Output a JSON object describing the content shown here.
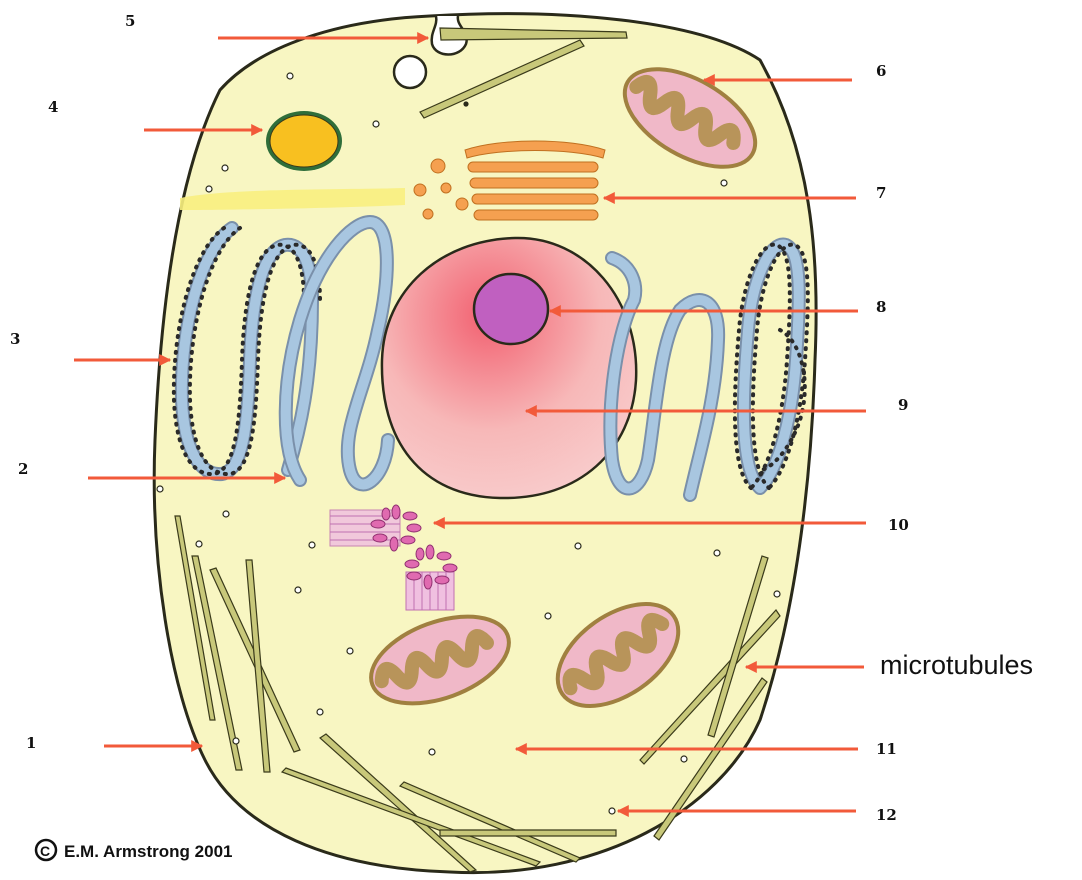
{
  "labels": {
    "n1": "1",
    "n2": "2",
    "n3": "3",
    "n4": "4",
    "n5": "5",
    "n6": "6",
    "n7": "7",
    "n8": "8",
    "n9": "9",
    "n10": "10",
    "n11": "11",
    "n12": "12",
    "microtubules": "microtubules"
  },
  "copyright": {
    "symbol": "C",
    "text": "E.M. Armstrong 2001"
  },
  "colors": {
    "cytoplasm": "#f8f6c2",
    "outline": "#2a2a1a",
    "arrow": "#f25a3a",
    "er": "#a8c6e0",
    "mito_outer": "#f0b8c8",
    "mito_inner": "#b8945a",
    "golgi": "#f5a050",
    "vesicle_yellow": "#f8c020",
    "nucleus": "#f8c8c8",
    "nucleolus": "#c060c0",
    "centriole": "#e06ab0",
    "microtubule": "#c8c87a"
  },
  "icons": {
    "copyright_icon": "copyright-circle-icon"
  }
}
